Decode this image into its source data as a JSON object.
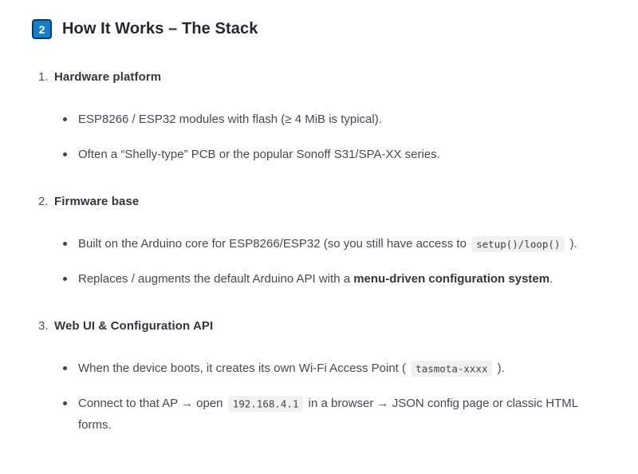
{
  "colors": {
    "page_bg": "#ffffff",
    "badge_bg": "#1a7dc4",
    "badge_border": "#0e3a5c",
    "code_bg": "#f1f1ef",
    "body_text": "#434a54",
    "heading_text": "#23282e"
  },
  "header": {
    "badge": "2",
    "title": "How It Works – The Stack"
  },
  "items": [
    {
      "marker": "1.",
      "title": "Hardware platform",
      "bullets": [
        {
          "segments": [
            {
              "style": "text",
              "text": "ESP8266 / ESP32 modules with flash (≥ 4 MiB is typical)."
            }
          ]
        },
        {
          "segments": [
            {
              "style": "text",
              "text": "Often a “Shelly-type” PCB or the popular Sonoff S31/SPA-XX series."
            }
          ]
        }
      ]
    },
    {
      "marker": "2.",
      "title": "Firmware base",
      "bullets": [
        {
          "segments": [
            {
              "style": "text",
              "text": "Built on the Arduino core for ESP8266/ESP32 (so you still have access to "
            },
            {
              "style": "code",
              "text": "setup()/loop()"
            },
            {
              "style": "text",
              "text": " )."
            }
          ]
        },
        {
          "segments": [
            {
              "style": "text",
              "text": "Replaces / augments the default Arduino API with a "
            },
            {
              "style": "bold",
              "text": "menu-driven configuration system"
            },
            {
              "style": "text",
              "text": "."
            }
          ]
        }
      ]
    },
    {
      "marker": "3.",
      "title": "Web UI & Configuration API",
      "bullets": [
        {
          "segments": [
            {
              "style": "text",
              "text": "When the device boots, it creates its own Wi-Fi Access Point ( "
            },
            {
              "style": "code",
              "text": "tasmota-xxxx"
            },
            {
              "style": "text",
              "text": " )."
            }
          ]
        },
        {
          "segments": [
            {
              "style": "text",
              "text": "Connect to that AP → open "
            },
            {
              "style": "code",
              "text": "192.168.4.1"
            },
            {
              "style": "text",
              "text": " in a browser → JSON config page or classic HTML forms."
            }
          ]
        }
      ]
    }
  ]
}
